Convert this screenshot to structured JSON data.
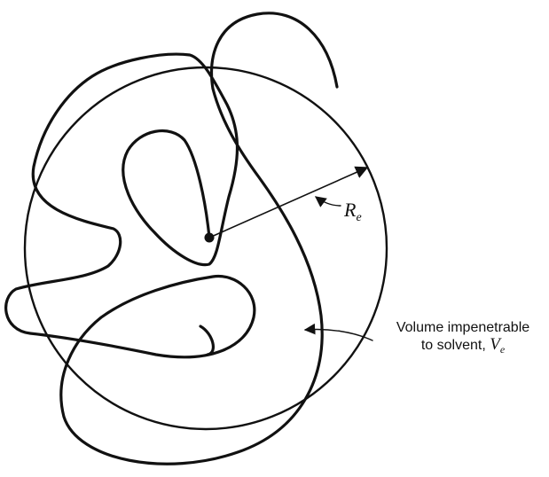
{
  "diagram": {
    "radius_label": {
      "symbol": "R",
      "subscript": "e"
    },
    "volume_label": {
      "line1": "Volume impenetrable",
      "line2_text": "to solvent, ",
      "symbol": "V",
      "subscript": "e"
    }
  }
}
